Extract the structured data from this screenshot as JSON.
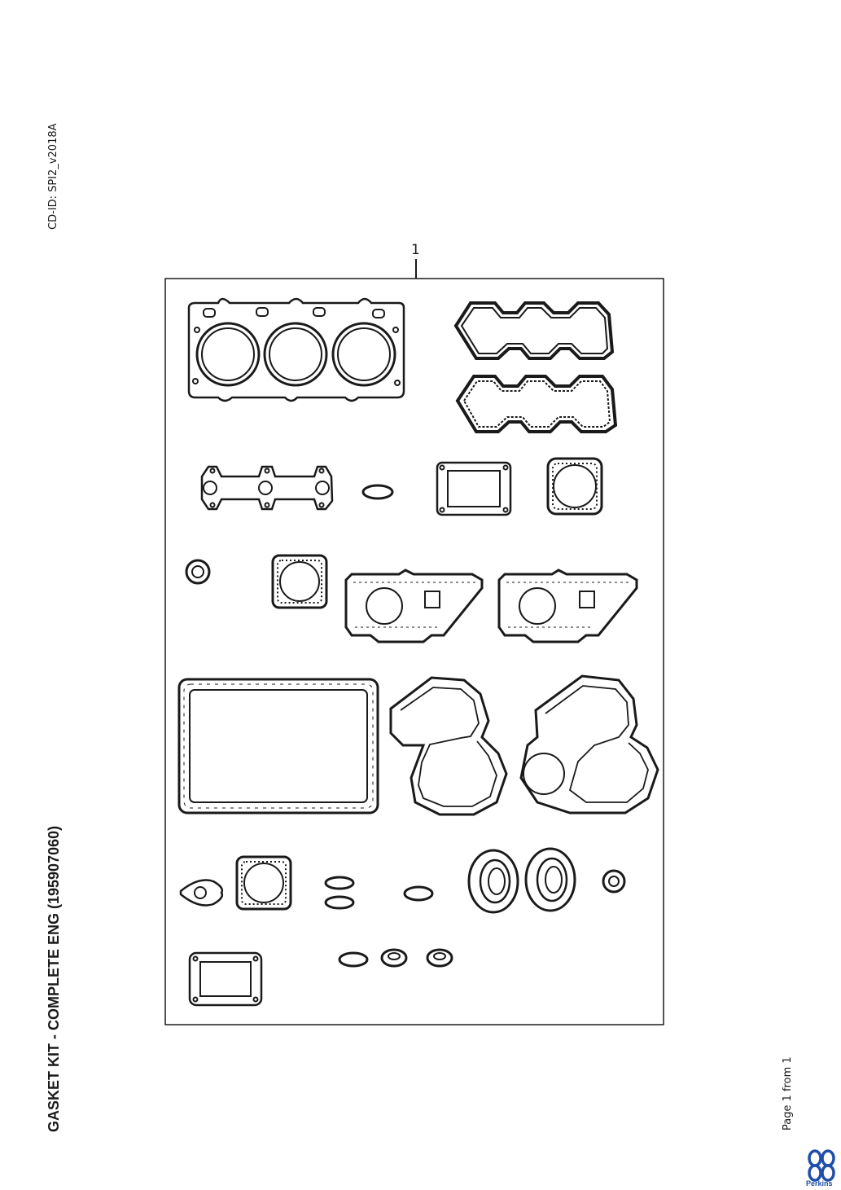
{
  "document": {
    "cd_id": "CD-ID: SPI2_v2018A",
    "title": "GASKET KIT - COMPLETE ENG (195907060)",
    "page_info": "Page 1 from 1",
    "callout": "1",
    "brand": "Perkins"
  },
  "colors": {
    "line": "#1a1a1a",
    "brand": "#1f4fa8"
  }
}
